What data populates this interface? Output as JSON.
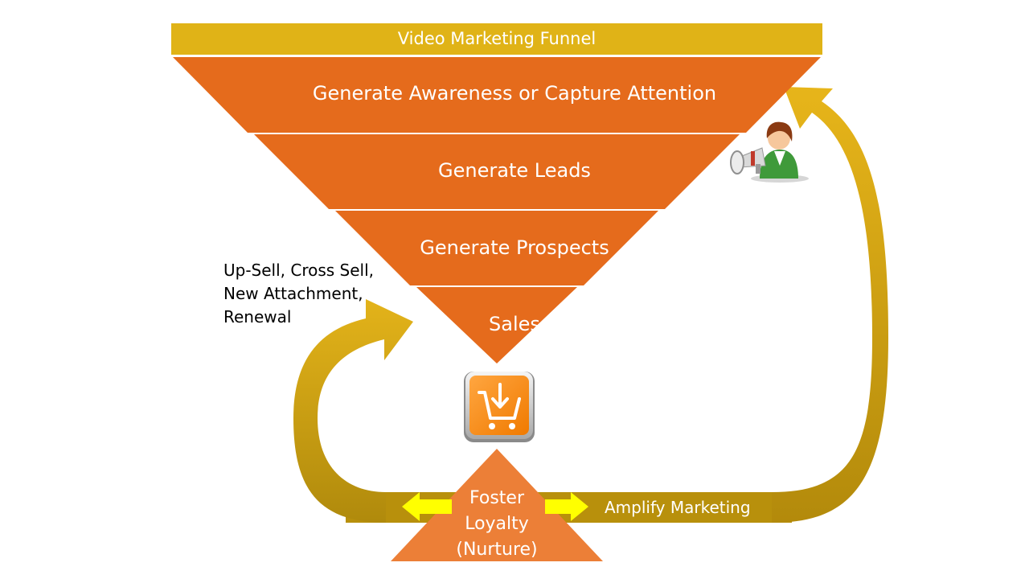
{
  "diagram": {
    "title": "Video Marketing Funnel",
    "funnel_stages": [
      "Generate Awareness or Capture Attention",
      "Generate Leads",
      "Generate Prospects",
      "Sales"
    ],
    "loop_left_label": "Up-Sell, Cross Sell,\nNew Attachment,\nRenewal",
    "loop_right_label": "Amplify Marketing",
    "base_label": "Foster\nLoyalty\n(Nurture)",
    "icons": [
      "person-megaphone-icon",
      "shopping-cart-download-icon",
      "double-arrow-icon"
    ],
    "colors": {
      "funnel": "#e56b1c",
      "title_bar": "#e0b317",
      "loop_arrow": "#c9a010",
      "base_triangle": "#ec7f37",
      "double_arrow": "#ffff00"
    }
  }
}
